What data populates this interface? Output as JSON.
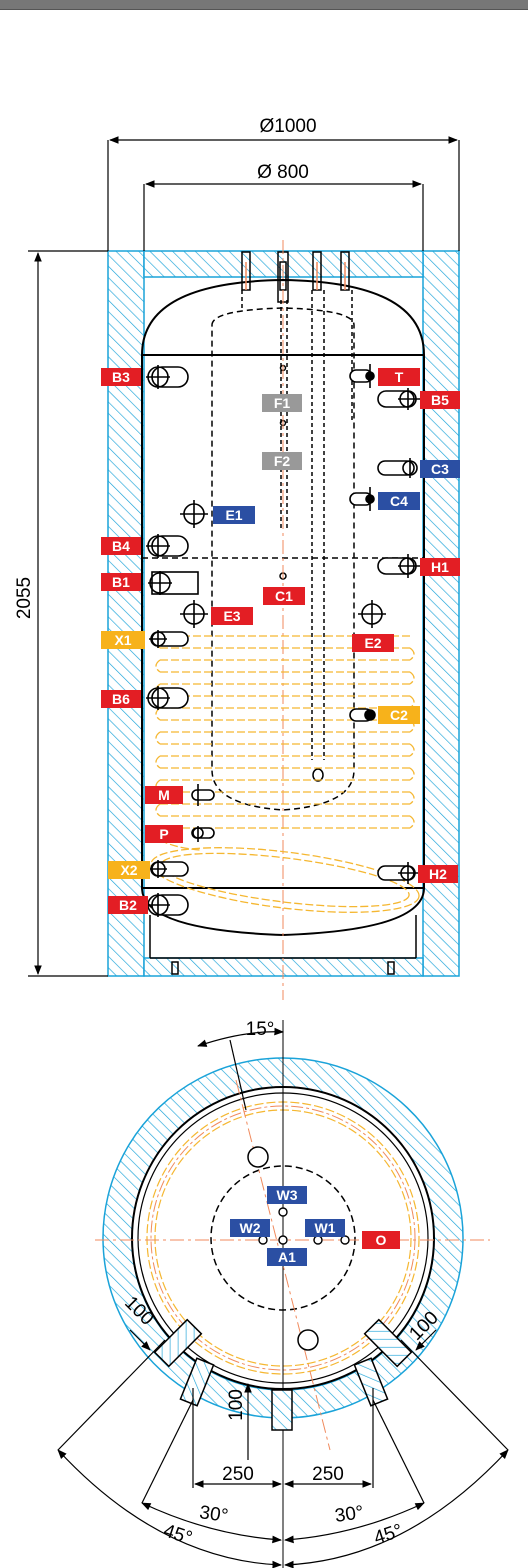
{
  "colors": {
    "red": "#e31e24",
    "blue": "#2b4fa3",
    "yellow": "#f7b21b",
    "gray": "#999999",
    "insulation": "#1aa3d9",
    "coil": "#f5b731",
    "axis": "#f08a5d"
  },
  "dimensions": {
    "outer_diameter": "Ø1000",
    "inner_diameter": "Ø 800",
    "height": "2055",
    "angle_top": "15°",
    "side_left": "100",
    "side_right": "100",
    "bottom_thickness": "100",
    "offset_left": "250",
    "offset_right": "250",
    "angle_30_left": "30°",
    "angle_30_right": "30°",
    "angle_45_left": "45°",
    "angle_45_right": "45°"
  },
  "labels": {
    "B3": "B3",
    "T": "T",
    "B5": "B5",
    "F1": "F1",
    "F2": "F2",
    "C3": "C3",
    "C4": "C4",
    "E1": "E1",
    "B4": "B4",
    "H1": "H1",
    "B1": "B1",
    "C1": "C1",
    "E3": "E3",
    "X1": "X1",
    "E2": "E2",
    "B6": "B6",
    "C2": "C2",
    "M": "M",
    "P": "P",
    "X2": "X2",
    "H2": "H2",
    "B2": "B2",
    "W3": "W3",
    "W2": "W2",
    "W1": "W1",
    "A1": "A1",
    "O": "O"
  }
}
